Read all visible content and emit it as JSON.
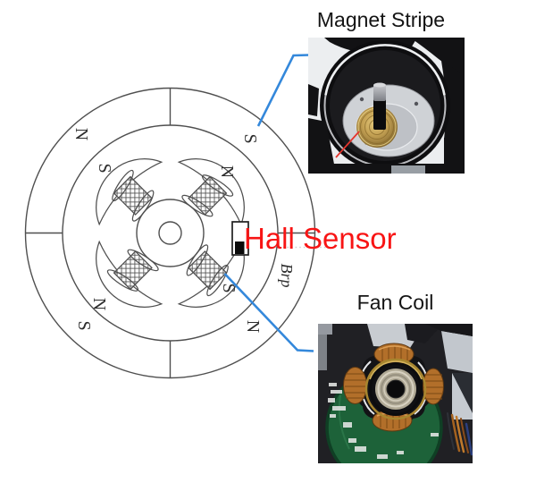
{
  "figure": {
    "background": "#ffffff",
    "description_colors": {
      "diagram_line": "#4f4f4f",
      "hall_label_red": "#f81414",
      "callout_blue": "#3488db",
      "photo_annotation_red": "#e5342c"
    }
  },
  "diagram": {
    "rotor_outer_labels": [
      {
        "position": "top-left",
        "text": "N"
      },
      {
        "position": "top-right",
        "text": "S"
      },
      {
        "position": "bottom-left",
        "text": "S"
      },
      {
        "position": "bottom-right",
        "text": "N"
      }
    ],
    "stator_pole_labels": [
      {
        "position": "top-left",
        "text": "S"
      },
      {
        "position": "top-right",
        "text": "N"
      },
      {
        "position": "bottom-left",
        "text": "N"
      },
      {
        "position": "bottom-right",
        "text": "S"
      }
    ],
    "flux_label": "Brp",
    "hall_sensor_label": "Hall Sensor"
  },
  "callouts": {
    "line_color": "#3488db",
    "photo_annotation_color": "#e5342c",
    "magnet_stripe_caption": "Magnet Stripe",
    "fan_coil_caption": "Fan Coil"
  }
}
